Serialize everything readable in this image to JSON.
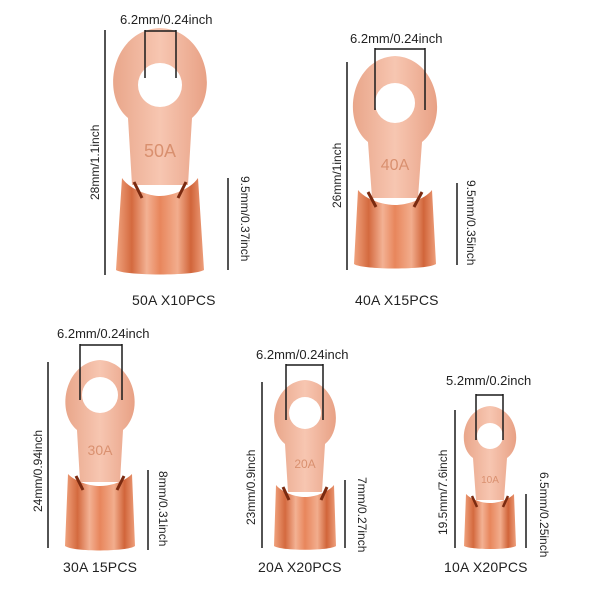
{
  "colors": {
    "copper": "#f3b8a0",
    "copper_dark": "#d9774f",
    "line": "#1a1a1a"
  },
  "lugs": [
    {
      "id": "50a",
      "stamp": "50A",
      "caption": "50A X10PCS",
      "hole_label": "6.2mm/0.24inch",
      "length_label": "28mm/1.1inch",
      "barrel_label": "9.5mm/0.37inch"
    },
    {
      "id": "40a",
      "stamp": "40A",
      "caption": "40A X15PCS",
      "hole_label": "6.2mm/0.24inch",
      "length_label": "26mm/1inch",
      "barrel_label": "9.5mm/0.35inch"
    },
    {
      "id": "30a",
      "stamp": "30A",
      "caption": "30A 15PCS",
      "hole_label": "6.2mm/0.24inch",
      "length_label": "24mm/0.94inch",
      "barrel_label": "8mm/0.31inch"
    },
    {
      "id": "20a",
      "stamp": "20A",
      "caption": "20A X20PCS",
      "hole_label": "6.2mm/0.24inch",
      "length_label": "23mm/0.9inch",
      "barrel_label": "7mm/0.27inch"
    },
    {
      "id": "10a",
      "stamp": "10A",
      "caption": "10A X20PCS",
      "hole_label": "5.2mm/0.2inch",
      "length_label": "19.5mm/7.6inch",
      "barrel_label": "6.5mm/0.25inch"
    }
  ]
}
